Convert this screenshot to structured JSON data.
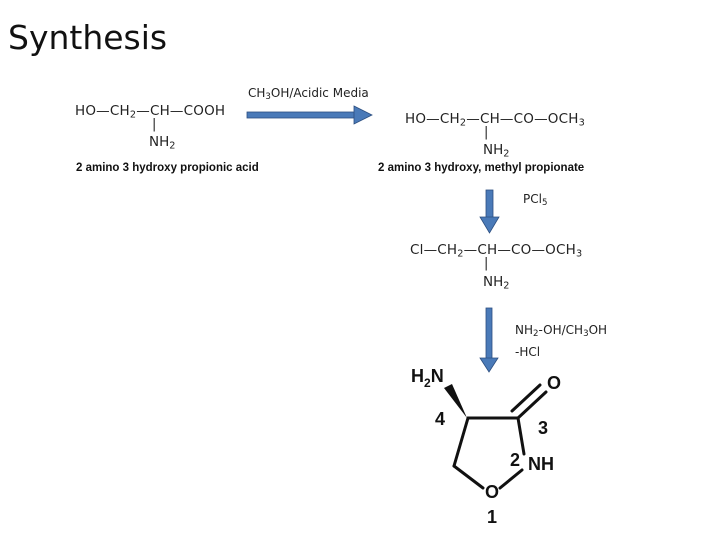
{
  "title": "Synthesis",
  "compound1": {
    "formula": [
      "HO—CH",
      "2",
      "—CH—COOH"
    ],
    "bond": "|",
    "substituent": [
      "NH",
      "2"
    ],
    "name": "2 amino 3 hydroxy propionic acid"
  },
  "step1": {
    "reagent": [
      "CH",
      "3",
      "OH/Acidic Media"
    ]
  },
  "compound2": {
    "formula": [
      "HO—CH",
      "2",
      "—CH—CO—OCH",
      "3"
    ],
    "bond": "|",
    "substituent": [
      "NH",
      "2"
    ],
    "name": "2 amino 3 hydroxy, methyl propionate"
  },
  "step2": {
    "reagent": [
      "PCl",
      "5"
    ]
  },
  "compound3": {
    "formula": [
      "Cl—CH",
      "2",
      "—CH—CO—OCH",
      "3"
    ],
    "bond": "|",
    "substituent": [
      "NH",
      "2"
    ]
  },
  "step3": {
    "reagent_line1": [
      "NH",
      "2",
      "-OH/CH",
      "3",
      "OH"
    ],
    "reagent_line2": "-HCl"
  },
  "product": {
    "amine": [
      "H",
      "2",
      "N"
    ],
    "carbonyl_oxygen": "O",
    "ring_nitrogen": "NH",
    "ring_oxygen": "O",
    "position_labels": {
      "p1": "1",
      "p2": "2",
      "p3": "3",
      "p4": "4"
    }
  },
  "colors": {
    "arrow": "#4a7ab8",
    "arrow_edge": "#2d4f80",
    "text": "#222222"
  }
}
